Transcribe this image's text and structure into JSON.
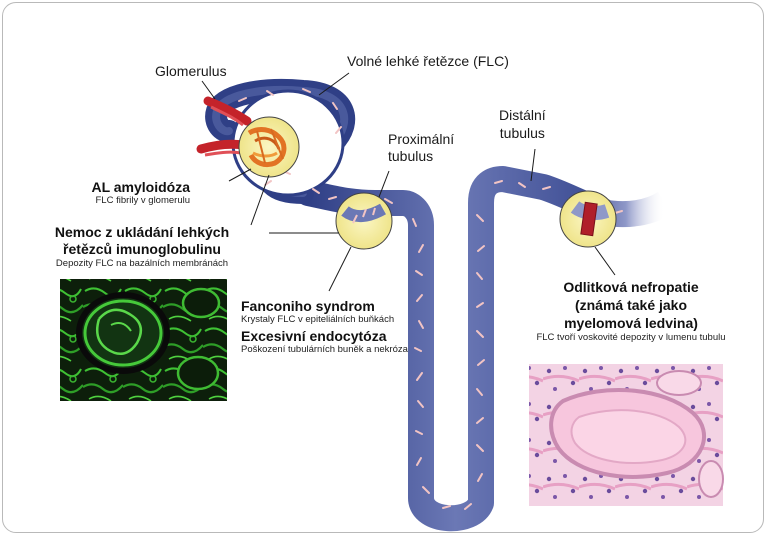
{
  "labels": {
    "glomerulus": "Glomerulus",
    "flc": "Volné lehké řetězce (FLC)",
    "proximal_line1": "Proximální",
    "proximal_line2": "tubulus",
    "distal_line1": "Distální",
    "distal_line2": "tubulus"
  },
  "conditions": {
    "al_amyloidosis": {
      "title": "AL amyloidóza",
      "desc": "FLC fibrily v glomerulu"
    },
    "deposition_disease": {
      "title_line1": "Nemoc z ukládání lehkých",
      "title_line2": "řetězců imunoglobulinu",
      "desc": "Depozity FLC na bazálních membránách"
    },
    "fanconi": {
      "title": "Fanconiho syndrom",
      "desc": "Krystaly FLC v epiteliálních buňkách"
    },
    "endocytosis": {
      "title": "Excesivní endocytóza",
      "desc": "Poškození tubulárních buněk a nekróza"
    },
    "cast_nephropathy": {
      "title_line1": "Odlitková nefropatie",
      "title_line2": "(známá také jako",
      "title_line3": "myelomová ledvina)",
      "desc": "FLC tvoří voskovité depozity v lumenu tubulu"
    }
  },
  "colors": {
    "tubule_dark": "#2f3f86",
    "tubule_light": "#8f98c8",
    "flc_dash": "#f2c4c4",
    "highlight_circle": "#f7f0a6",
    "vessel_red": "#c4232a",
    "micro_green": "#37b52f",
    "micro_pink": "#e6a9c9"
  }
}
